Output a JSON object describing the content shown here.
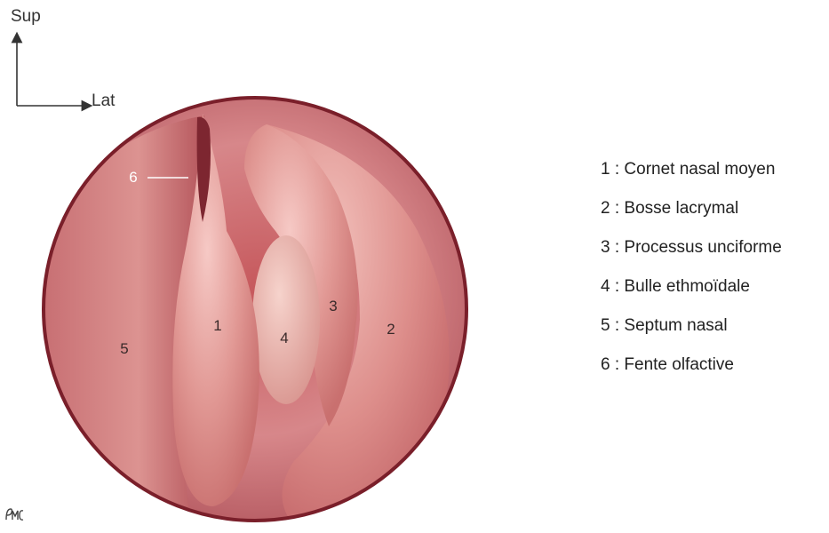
{
  "orientation": {
    "superior_label": "Sup",
    "lateral_label": "Lat"
  },
  "diagram": {
    "numbers": [
      "1",
      "2",
      "3",
      "4",
      "5",
      "6"
    ],
    "publisher_logo_text": "EMC"
  },
  "legend": {
    "items": [
      "1 : Cornet nasal moyen",
      "2 : Bosse lacrymal",
      "3 : Processus unciforme",
      "4 : Bulle ethmoïdale",
      "5 : Septum nasal",
      "6 : Fente olfactive"
    ]
  },
  "colors": {
    "mucosa": "#d98b8b",
    "shadow": "#8c2f36",
    "rim": "#7a1f2a",
    "text": "#222222"
  }
}
